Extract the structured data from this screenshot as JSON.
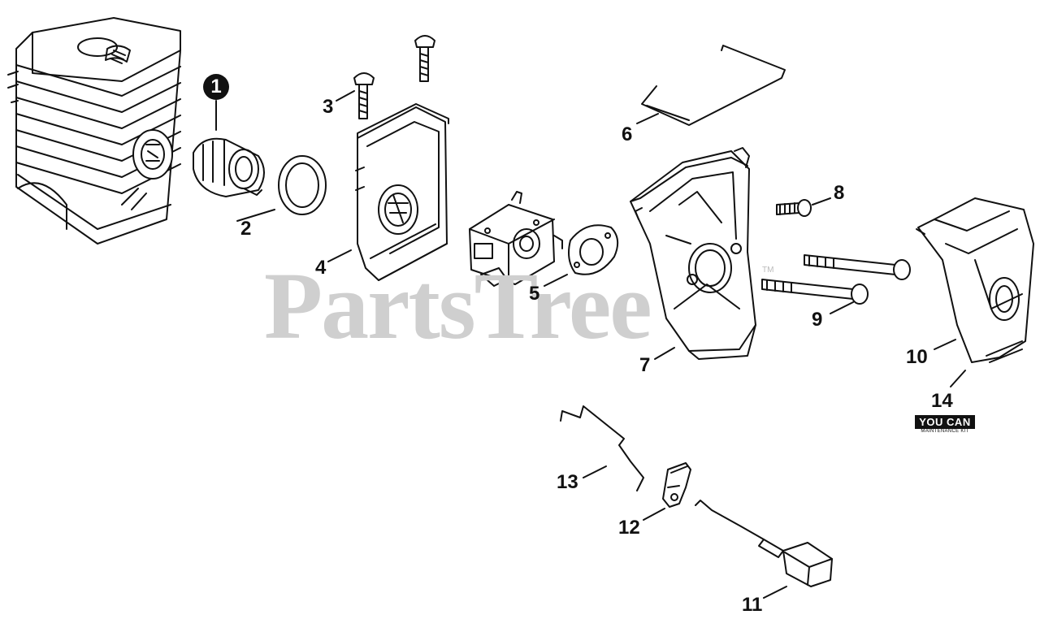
{
  "watermark": {
    "text": "PartsTree",
    "tm": "TM"
  },
  "callout": {
    "label": "1"
  },
  "labels": {
    "p2": "2",
    "p3": "3",
    "p4": "4",
    "p5": "5",
    "p6": "6",
    "p7": "7",
    "p8": "8",
    "p9": "9",
    "p10": "10",
    "p11": "11",
    "p12": "12",
    "p13": "13",
    "p14": "14"
  },
  "badge": {
    "main": "YOU CAN",
    "sub": "MAINTENANCE KIT"
  },
  "colors": {
    "line": "#111111",
    "watermark": "#cfcfcf"
  }
}
